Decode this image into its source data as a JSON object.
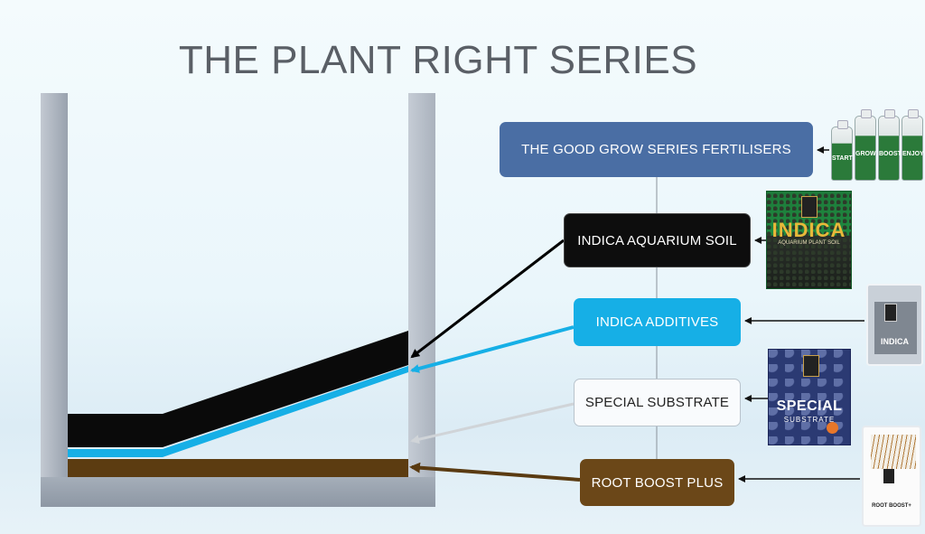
{
  "title": "THE PLANT RIGHT SERIES",
  "boxes": {
    "good_grow": "THE GOOD GROW SERIES FERTILISERS",
    "indica_soil": "INDICA AQUARIUM SOIL",
    "indica_additives": "INDICA ADDITIVES",
    "special_substrate": "SPECIAL SUBSTRATE",
    "root_boost": "ROOT BOOST PLUS"
  },
  "products": {
    "good_grow_bottles": [
      "START",
      "GROW",
      "BOOST",
      "ENJOY"
    ],
    "indica_bag_label": "INDICA",
    "indica_bag_sub": "AQUARIUM PLANT SOIL",
    "additives_pack_label": "INDICA",
    "special_bag_label": "SPECIAL",
    "special_bag_sub": "SUBSTRATE",
    "root_pack_label": "ROOT BOOST+"
  },
  "colors": {
    "good_grow": "#4a6ea4",
    "soil": "#0d0d0d",
    "additives": "#16afe6",
    "substrate": "#f9fbfd",
    "root": "#6b4718"
  }
}
